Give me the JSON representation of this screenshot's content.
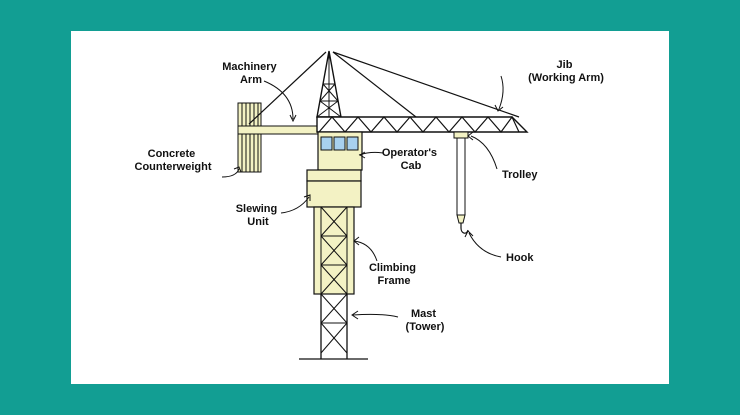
{
  "labels": {
    "machinery_arm": [
      "Machinery",
      "Arm"
    ],
    "jib": [
      "Jib",
      "(Working Arm)"
    ],
    "counterweight": [
      "Concrete",
      "Counterweight"
    ],
    "operators_cab": [
      "Operator's",
      "Cab"
    ],
    "trolley": [
      "Trolley"
    ],
    "slewing_unit": [
      "Slewing",
      "Unit"
    ],
    "hook": [
      "Hook"
    ],
    "climbing_frame": [
      "Climbing",
      "Frame"
    ],
    "mast": [
      "Mast",
      "(Tower)"
    ]
  },
  "colors": {
    "background": "#129e93",
    "canvas": "#ffffff",
    "component_fill": "#f3f2c4",
    "cab_window": "#a8d1ef",
    "line": "#111111"
  }
}
